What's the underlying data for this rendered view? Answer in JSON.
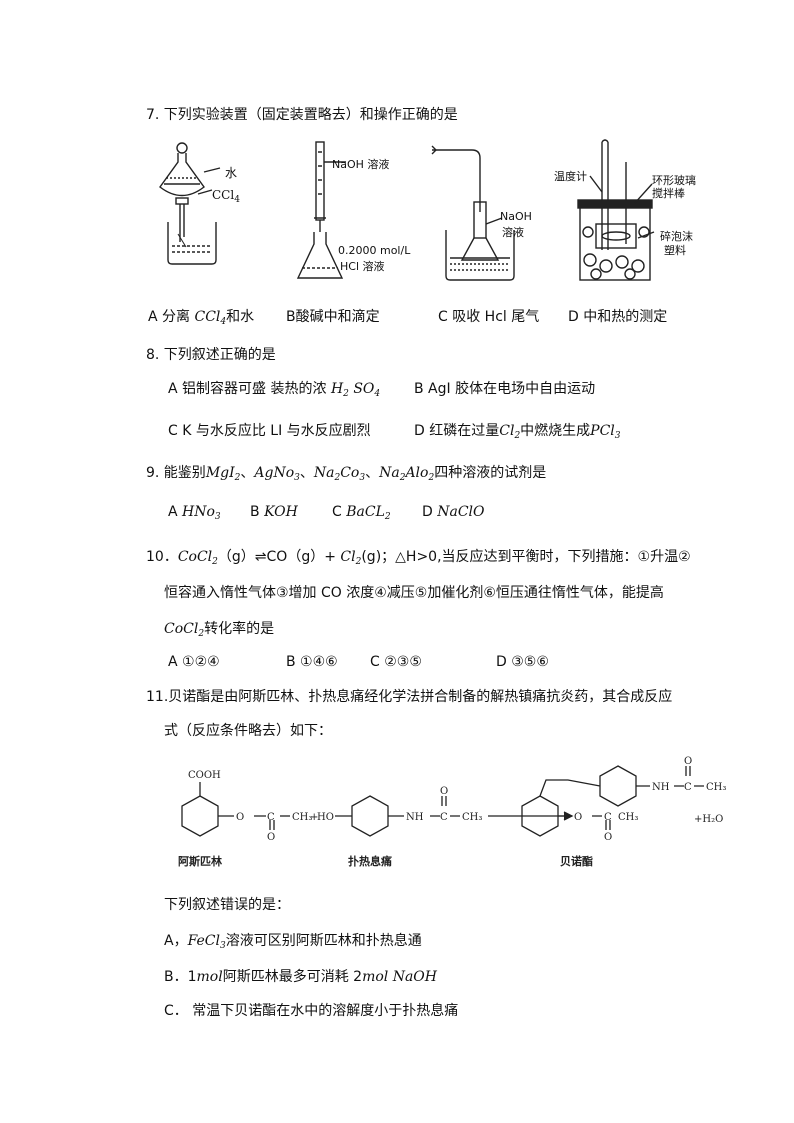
{
  "q7": {
    "stem": "7.  下列实验装置（固定装置略去）和操作正确的是",
    "fig_labels": {
      "water": "水",
      "ccl4": "CCl",
      "ccl4_sub": "4",
      "naoh_solution": "NaOH 溶液",
      "hcl_conc": "0.2000 mol/L",
      "hcl_solution": "HCl 溶液",
      "naoh": "NaOH",
      "solution": "溶液",
      "thermometer": "温度计",
      "stirrer1": "环形玻璃",
      "stirrer2": "搅拌棒",
      "foam1": "碎泡沫",
      "foam2": "塑料"
    },
    "options": {
      "a_pre": "A 分离",
      "a_chem": "CCl",
      "a_sub": "4",
      "a_post": "和水",
      "b": "B酸碱中和滴定",
      "c": "C 吸收 Hcl 尾气",
      "d": "D 中和热的测定"
    }
  },
  "q8": {
    "stem": "8.  下列叙述正确的是",
    "a_pre": "A 铝制容器可盛 装热的浓",
    "a_h": "H",
    "a_h_sub": "2",
    "a_so": "SO",
    "a_so_sub": "4",
    "b": "B AgI 胶体在电场中自由运动",
    "c": "C K 与水反应比 LI 与水反应剧烈",
    "d_pre": "D 红磷在过量",
    "d_cl": "Cl",
    "d_cl_sub": "2",
    "d_mid": "中燃烧生成",
    "d_pcl": "PCl",
    "d_pcl_sub": "3"
  },
  "q9": {
    "stem_pre": "9.  能鉴别",
    "mgi": "MgI",
    "mgi_sub": "2",
    "sep": "、",
    "agno": "AgNo",
    "agno_sub": "3",
    "naco": "Na",
    "naco_sub1": "2",
    "naco_mid": "Co",
    "naco_sub2": "3",
    "naalo": "Na",
    "naalo_sub1": "2",
    "naalo_mid": "Alo",
    "naalo_sub2": "2",
    "stem_post": "四种溶液的试剂是",
    "a": "A",
    "a_val": "HNo",
    "a_sub": "3",
    "b": "B",
    "b_val": "KOH",
    "c": "C",
    "c_val": "BaCL",
    "c_sub": "2",
    "d": "D",
    "d_val": "NaClO"
  },
  "q10": {
    "num": "10．",
    "cocl": "CoCl",
    "cocl_sub": "2",
    "g1": "（g）",
    "arrow": "⇌",
    "co": "CO（g）+",
    "cl": "Cl",
    "cl_sub": "2",
    "rest1": "(g)；△H>0,当反应达到平衡时，下列措施：①升温②",
    "line2": "恒容通入惰性气体③增加 CO 浓度④减压⑤加催化剂⑥恒压通往惰性气体，能提高",
    "line3_chem": "CoCl",
    "line3_sub": "2",
    "line3_post": "转化率的是",
    "a": "A ①②④",
    "b": "B ①④⑥",
    "c": "C ②③⑤",
    "d": "D ③⑤⑥"
  },
  "q11": {
    "stem1": "11.贝诺酯是由阿斯匹林、扑热息痛经化学法拼合制备的解热镇痛抗炎药，其合成反应",
    "stem2": "式（反应条件略去）如下：",
    "fig": {
      "cooh": "COOH",
      "acetyl_o": "O",
      "c": "C",
      "ch3": "CH₃",
      "plus": "+",
      "ho": "HO",
      "nh": "NH",
      "water": "+H₂O",
      "aspirin": "阿斯匹林",
      "paracetamol": "扑热息痛",
      "benorilate": "贝诺酯"
    },
    "sub_stem": "下列叙述错误的是：",
    "a_pre": "A，",
    "a_fe": "FeCl",
    "a_fe_sub": "3",
    "a_post": "溶液可区别阿斯匹林和扑热息通",
    "b_pre": "B．1",
    "b_mol": "mol",
    "b_mid": "阿斯匹林最多可消耗 2",
    "b_mol2": "mol",
    "b_naoh": "NaOH",
    "c": "C．  常温下贝诺酯在水中的溶解度小于扑热息痛"
  }
}
